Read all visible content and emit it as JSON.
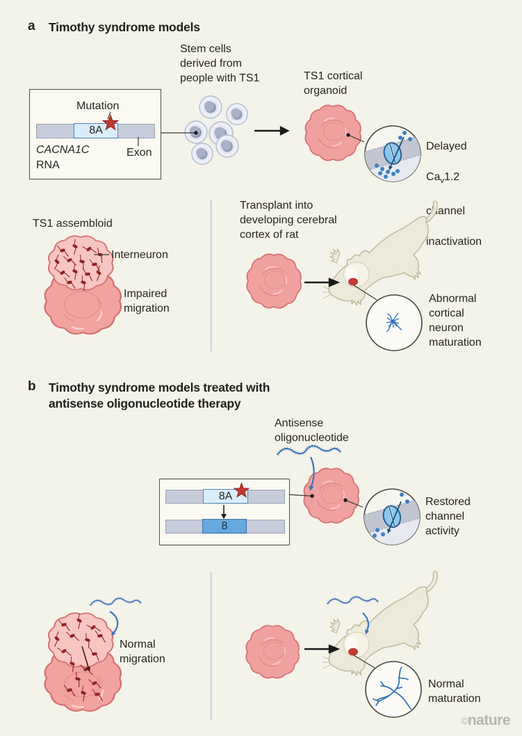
{
  "watermark": "©nature",
  "panel_a": {
    "letter": "a",
    "title": "Timothy syndrome models",
    "stem_cells_caption": "Stem cells\nderived from\npeople with TS1",
    "organoid_caption": "TS1 cortical\norganoid",
    "rna_box": {
      "mutation_label": "Mutation",
      "exon_value": "8A",
      "gene": "CACNA1C",
      "rna": "RNA",
      "exon_label": "Exon"
    },
    "channel_caption": {
      "line1": "Delayed",
      "ca_pre": "Ca",
      "ca_sub": "v",
      "ca_post": "1.2",
      "line3": "channel",
      "line4": "inactivation"
    },
    "assembloid_caption": "TS1 assembloid",
    "interneuron_label": "Interneuron",
    "migration_caption": "Impaired\nmigration",
    "transplant_caption": "Transplant into\ndeveloping cerebral\ncortex of rat",
    "maturation_caption": "Abnormal\ncortical\nneuron\nmaturation"
  },
  "panel_b": {
    "letter": "b",
    "title": "Timothy syndrome models treated with\nantisense oligonucleotide therapy",
    "aso_caption": "Antisense\noligonucleotide",
    "rna_box": {
      "exon_before": "8A",
      "exon_after": "8"
    },
    "channel_caption": "Restored\nchannel\nactivity",
    "migration_caption": "Normal\nmigration",
    "maturation_caption": "Normal\nmaturation"
  },
  "colors": {
    "background": "#f4f3ea",
    "text": "#26251f",
    "organoid_fill": "#f0a19f",
    "organoid_stroke": "#d4716f",
    "assembloid_upper": "#f7c5c2",
    "assembloid_lower": "#f2a3a0",
    "interneuron_red": "#8e2322",
    "exon_8a_fill": "#daedfb",
    "exon_8_fill": "#65a9dd",
    "exon_border": "#4f82b8",
    "rna_bar_gray": "#c6ccd9",
    "star_red": "#c0392f",
    "ion_blue": "#3c80c4",
    "aso_blue": "#3f72b8",
    "neuron_blue": "#2e6fb7",
    "rat_fill": "#eceadb",
    "rat_stroke": "#c2bc9e",
    "transplant_spot_red": "#c73a36",
    "membrane_gray": "#c2c6d3",
    "divider_gray": "#d8d9dd",
    "watermark_gray": "#b5b5b3"
  }
}
